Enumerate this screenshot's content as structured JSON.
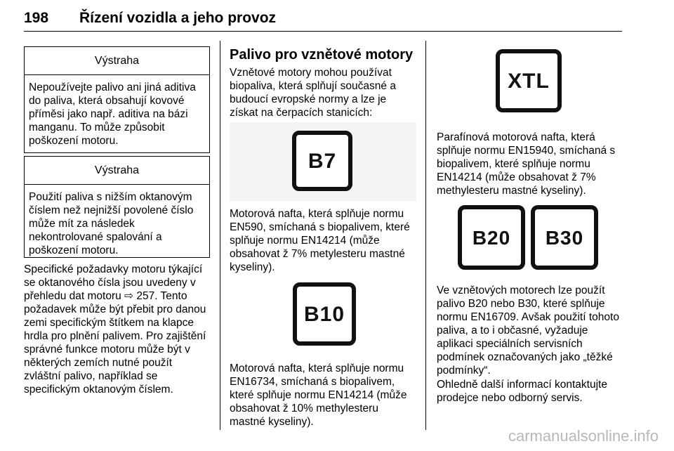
{
  "header": {
    "page_number": "198",
    "title": "Řízení vozidla a jeho provoz"
  },
  "warnings": [
    {
      "heading": "Výstraha",
      "text": "Nepoužívejte palivo ani jiná aditiva do paliva, která obsahují kovové příměsi jako např. aditiva na bázi manganu. To může způsobit poškození motoru."
    },
    {
      "heading": "Výstraha",
      "text": "Použití paliva s nižším oktanovým číslem než nejnižší povolené číslo může mít za následek nekontrolované spalování a poškození motoru."
    }
  ],
  "column1": {
    "paragraph": "Specifické požadavky motoru týkající se oktanového čísla jsou uvedeny v přehledu dat motoru ⇨ 257. Tento požadavek může být přebit pro danou zemi specifickým štítkem na klapce hrdla pro plnění palivem. Pro zajištění správné funkce motoru může být v některých zemích nutné použít zvláštní palivo, například se specifickým oktanovým číslem."
  },
  "column2": {
    "heading": "Palivo pro vznětové motory",
    "intro": "Vznětové motory mohou používat biopaliva, která splňují současné a budoucí evropské normy a lze je získat na čerpacích stanicích:",
    "label_b7": "B7",
    "text_b7": "Motorová nafta, která splňuje normu EN590, smíchaná s biopalivem, které splňuje normu EN14214 (může obsahovat ž 7% metylesteru mastné kyseliny).",
    "label_b10": "B10",
    "text_b10": "Motorová nafta, která splňuje normu EN16734, smíchaná s biopalivem, které splňuje normu EN14214 (může obsahovat ž 10% methylesteru mastné kyseliny)."
  },
  "column3": {
    "label_xtl": "XTL",
    "text_xtl": "Parafínová motorová nafta, která splňuje normu EN15940, smíchaná s biopalivem, které splňuje normu EN14214 (může obsahovat ž 7% methylesteru mastné kyseliny).",
    "label_b20": "B20",
    "label_b30": "B30",
    "text_b20_b30": "Ve vznětových motorech lze použít palivo B20 nebo B30, které splňuje normu EN16709. Avšak použití tohoto paliva, a to i občasné, vyžaduje aplikaci speciálních servisních podmínek označovaných jako „těžké podmínky“.",
    "text_contact": "Ohledně další informací kontaktujte prodejce nebo odborný servis."
  },
  "watermark": "carmanualsonline.info"
}
